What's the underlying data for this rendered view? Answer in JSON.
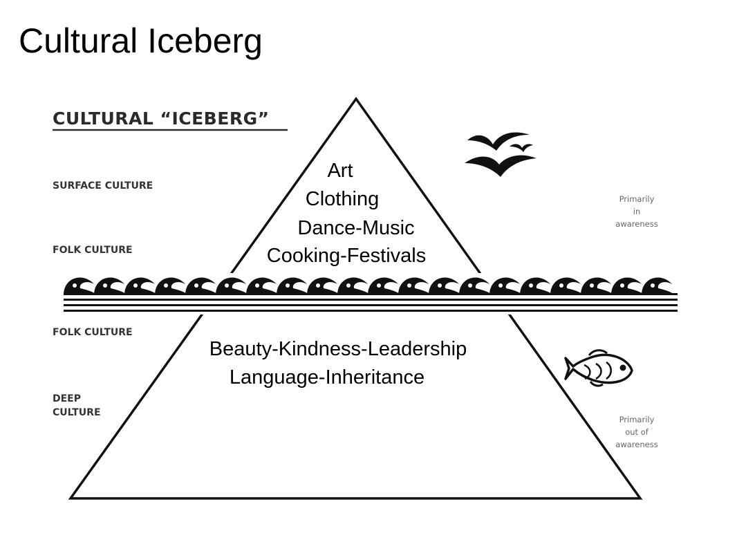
{
  "slide_title": "Cultural Iceberg",
  "diagram": {
    "heading": "CULTURAL “ICEBERG”",
    "side_labels": {
      "surface": "SURFACE CULTURE",
      "folk_top": "FOLK CULTURE",
      "folk_bottom": "FOLK CULTURE",
      "deep_line1": "DEEP",
      "deep_line2": "CULTURE"
    },
    "awareness_top": [
      "Primarily",
      "in",
      "awareness"
    ],
    "awareness_bottom": [
      "Primarily",
      "out of",
      "awareness"
    ],
    "above_water": [
      "Art",
      "Clothing",
      "Dance-Music",
      "Cooking-Festivals"
    ],
    "below_water": [
      "Beauty-Kindness-Leadership",
      "Language-Inheritance"
    ],
    "icons": [
      "birds-icon",
      "waves-icon",
      "fish-icon"
    ]
  }
}
